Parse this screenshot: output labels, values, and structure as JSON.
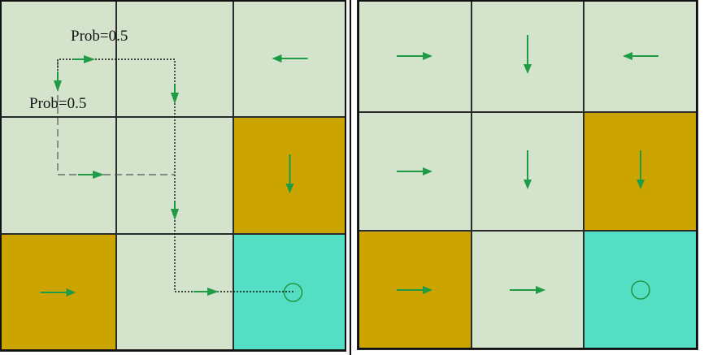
{
  "colors": {
    "plain": "#d3e3cc",
    "trap": "#cca400",
    "goal": "#54dfc5",
    "arrow": "#1f9a45",
    "divider": "#f2f2f2"
  },
  "left_panel": {
    "cells": [
      {
        "row": 0,
        "col": 0,
        "type": "plain",
        "arrow": "none"
      },
      {
        "row": 0,
        "col": 1,
        "type": "plain",
        "arrow": "none"
      },
      {
        "row": 0,
        "col": 2,
        "type": "plain",
        "arrow": "left"
      },
      {
        "row": 1,
        "col": 0,
        "type": "plain",
        "arrow": "none"
      },
      {
        "row": 1,
        "col": 1,
        "type": "plain",
        "arrow": "none"
      },
      {
        "row": 1,
        "col": 2,
        "type": "trap",
        "arrow": "down"
      },
      {
        "row": 2,
        "col": 0,
        "type": "trap",
        "arrow": "right"
      },
      {
        "row": 2,
        "col": 1,
        "type": "plain",
        "arrow": "none"
      },
      {
        "row": 2,
        "col": 2,
        "type": "goal",
        "arrow": "circle"
      }
    ],
    "labels": {
      "prob_top": "Prob=0.5",
      "prob_left": "Prob=0.5"
    }
  },
  "right_panel": {
    "cells": [
      {
        "row": 0,
        "col": 0,
        "type": "plain",
        "arrow": "right"
      },
      {
        "row": 0,
        "col": 1,
        "type": "plain",
        "arrow": "down"
      },
      {
        "row": 0,
        "col": 2,
        "type": "plain",
        "arrow": "left"
      },
      {
        "row": 1,
        "col": 0,
        "type": "plain",
        "arrow": "right"
      },
      {
        "row": 1,
        "col": 1,
        "type": "plain",
        "arrow": "down"
      },
      {
        "row": 1,
        "col": 2,
        "type": "trap",
        "arrow": "down"
      },
      {
        "row": 2,
        "col": 0,
        "type": "trap",
        "arrow": "right"
      },
      {
        "row": 2,
        "col": 1,
        "type": "plain",
        "arrow": "right"
      },
      {
        "row": 2,
        "col": 2,
        "type": "goal",
        "arrow": "circle"
      }
    ]
  }
}
